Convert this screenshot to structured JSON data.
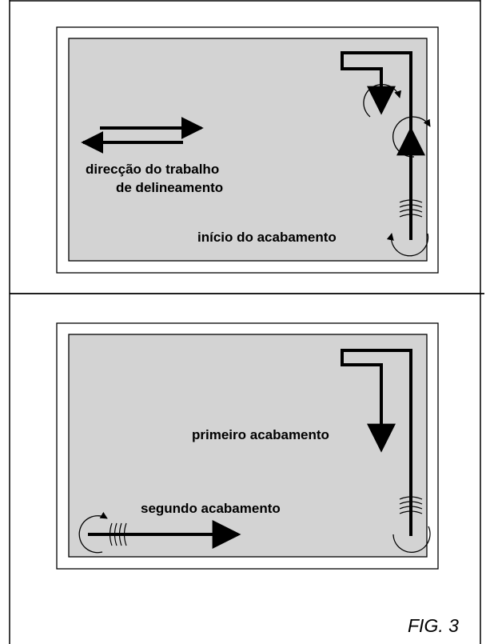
{
  "figure": {
    "label": "FIG. 3",
    "panel_fill": "#d3d3d3",
    "stroke_color": "#000000"
  },
  "top_panel": {
    "direction_label_line1": "direcção do trabalho",
    "direction_label_line2": "de delineamento",
    "start_label": "início do acabamento"
  },
  "bottom_panel": {
    "first_label": "primeiro acabamento",
    "second_label": "segundo acabamento"
  }
}
